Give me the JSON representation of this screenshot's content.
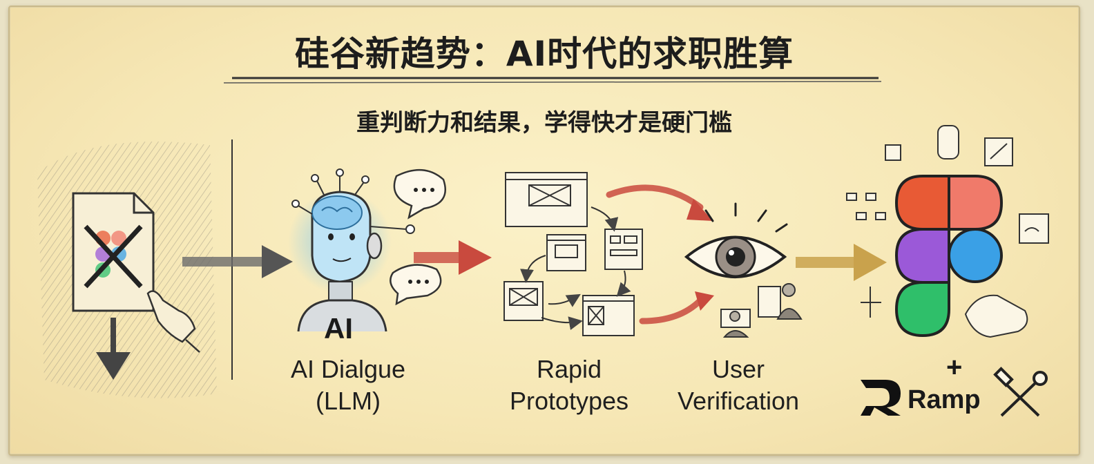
{
  "title": "硅谷新趋势：AI时代的求职胜算",
  "subtitle": "重判断力和结果，学得快才是硬门槛",
  "ai_tag": "AI",
  "steps": [
    {
      "line1": "AI Dialgue",
      "line2": "(LLM)"
    },
    {
      "line1": "Rapid",
      "line2": "Prototypes"
    },
    {
      "line1": "User",
      "line2": "Verification"
    }
  ],
  "plus": "+",
  "ramp_label": "Ramp",
  "colors": {
    "figma_red": "#e85a35",
    "figma_salmon": "#f07a6a",
    "figma_purple": "#9b59d8",
    "figma_blue": "#3aa0e6",
    "figma_green": "#2fbf6a",
    "arrow_red": "#c94a3e",
    "arrow_gold": "#c9a24c",
    "arrow_gray": "#6b6b6b",
    "ai_glow": "#7ec7ef"
  }
}
